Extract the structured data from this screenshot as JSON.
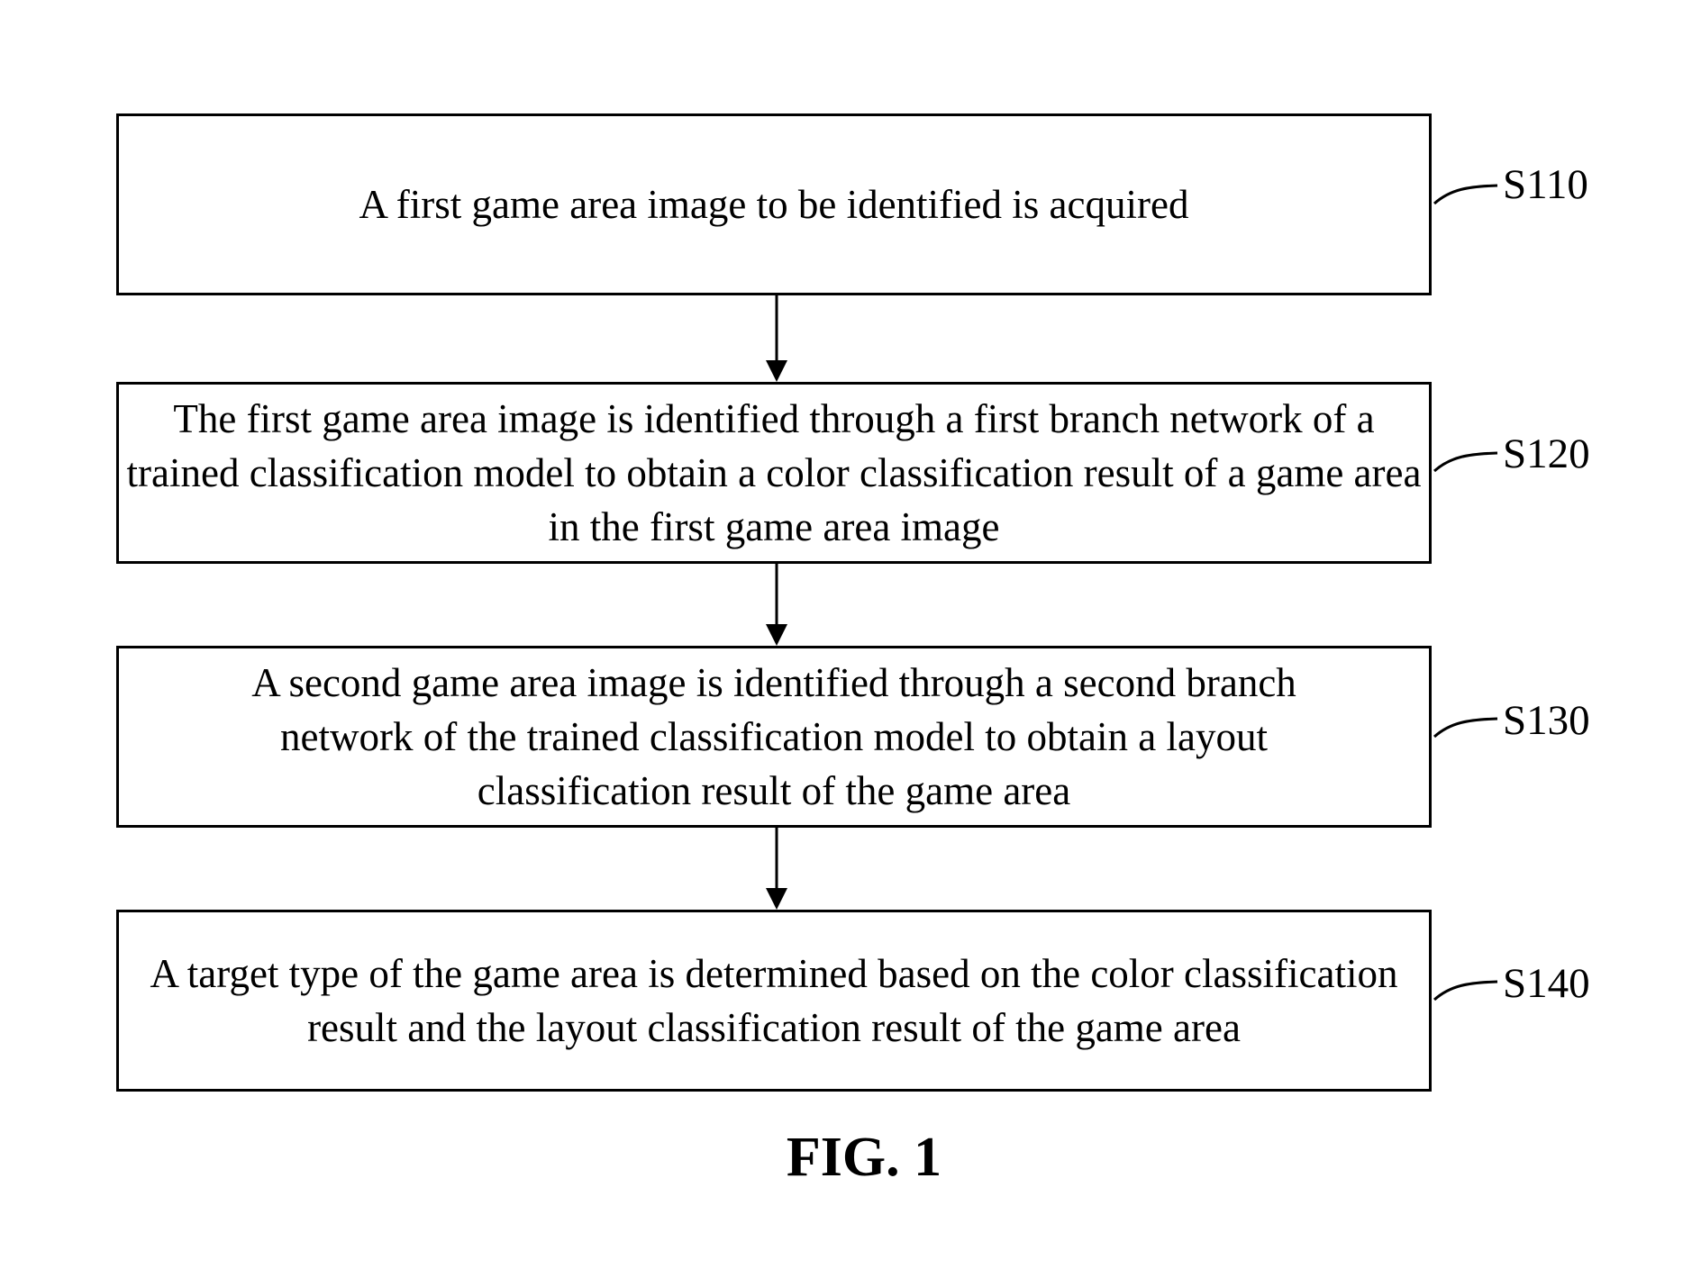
{
  "flowchart": {
    "steps": [
      {
        "id": "S110",
        "label": "S110",
        "text": "A first game area image to be identified is acquired"
      },
      {
        "id": "S120",
        "label": "S120",
        "text": "The first game area image is identified through a first branch network of a trained classification model to obtain a color classification result of a game area in the first game area image"
      },
      {
        "id": "S130",
        "label": "S130",
        "text": "A second game area image is identified through a second branch network of the trained classification model to obtain a layout classification result of the game area"
      },
      {
        "id": "S140",
        "label": "S140",
        "text": "A target type of the game area is determined based on the color classification result and the layout classification result of the game area"
      }
    ]
  },
  "caption": "FIG. 1"
}
